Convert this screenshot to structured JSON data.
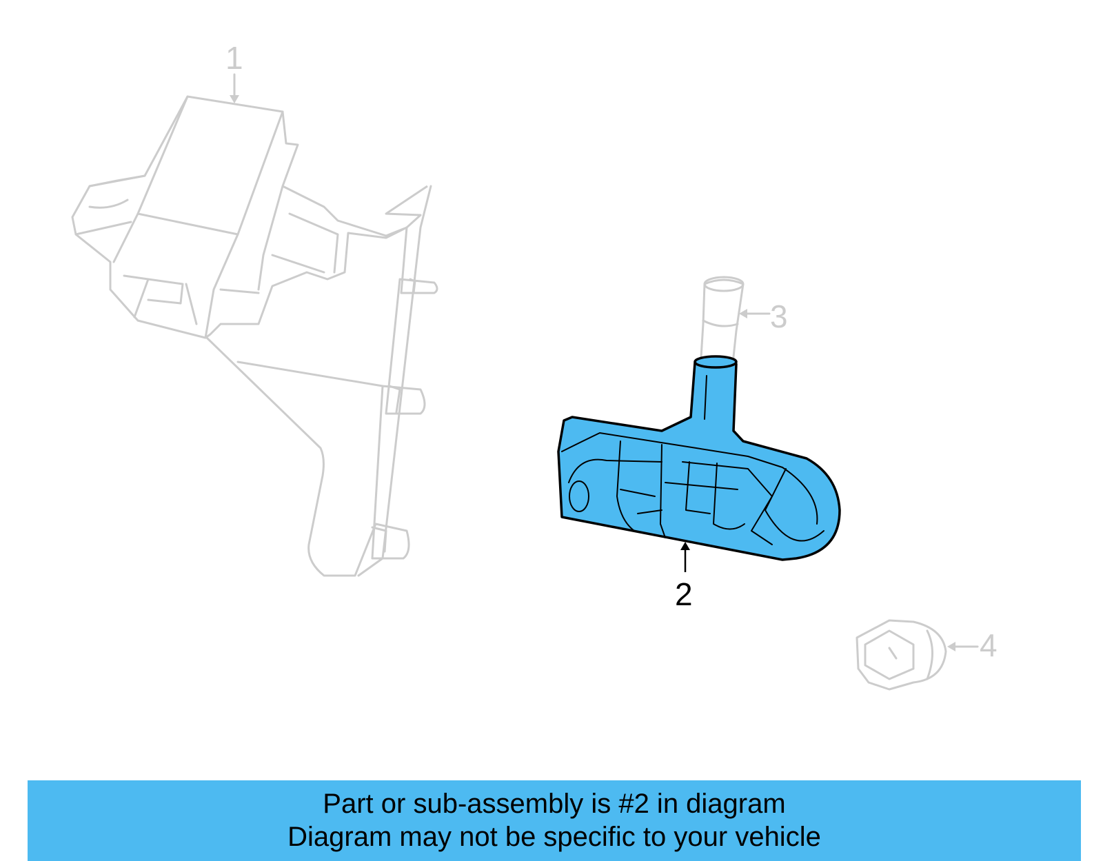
{
  "diagram": {
    "callouts": [
      {
        "id": "1",
        "label": "1",
        "highlighted": false
      },
      {
        "id": "2",
        "label": "2",
        "highlighted": true
      },
      {
        "id": "3",
        "label": "3",
        "highlighted": false
      },
      {
        "id": "4",
        "label": "4",
        "highlighted": false
      }
    ],
    "colors": {
      "highlight_fill": "#4dbaf1",
      "ghost_stroke": "#cccccc",
      "banner_bg": "#4dbaf1"
    }
  },
  "banner": {
    "line1": "Part or sub-assembly is #2 in diagram",
    "line2": "Diagram may not be specific to your vehicle"
  }
}
